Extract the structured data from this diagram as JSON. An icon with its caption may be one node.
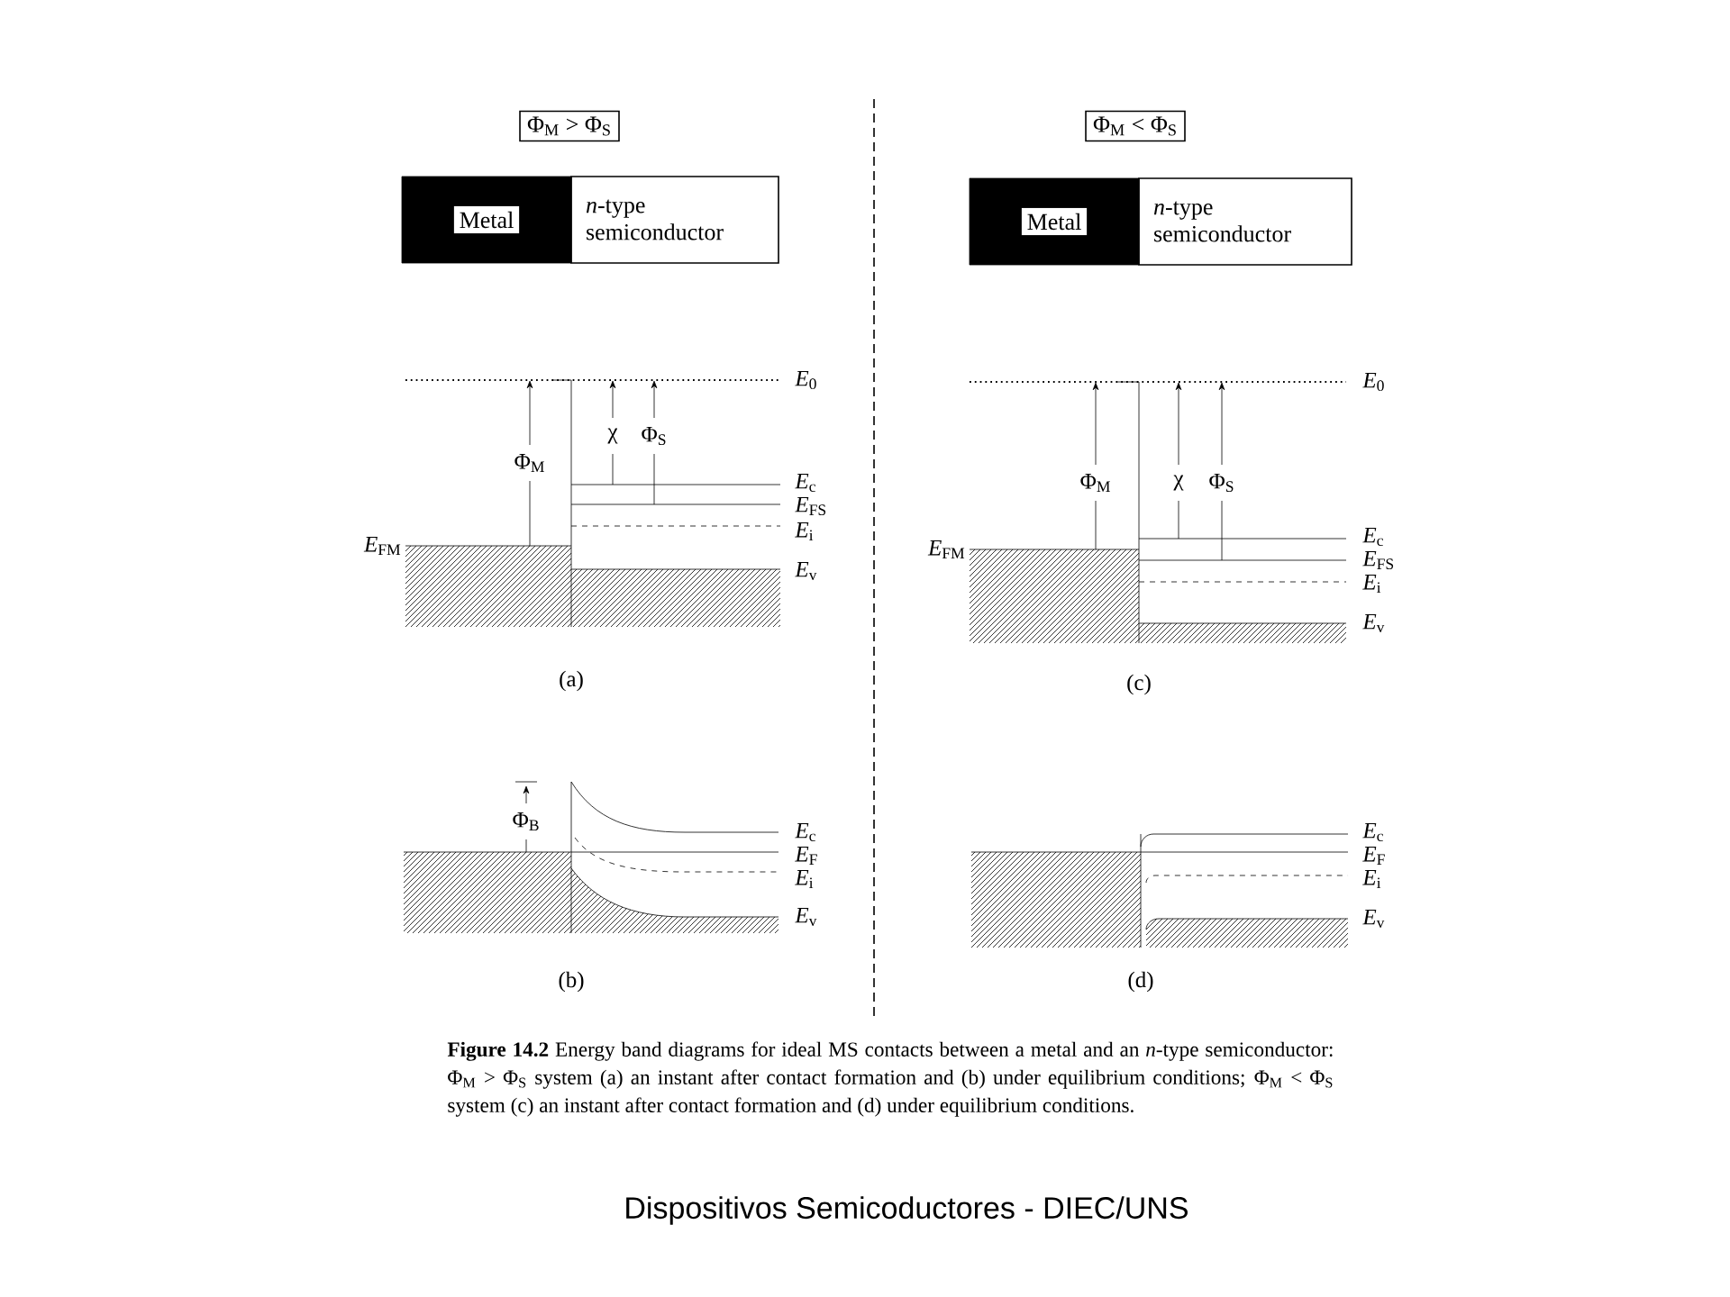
{
  "diagram": {
    "caption": "**Figure 14.2** Energy band diagrams for ideal MS contacts between a metal and an *n*-type semiconductor: Φ$_{M}$ > Φ$_{S}$ system (a) an instant after contact formation and (b) under equilibrium conditions; Φ$_{M}$ < Φ$_{S}$ system (c) an instant after contact formation and (d) under equilibrium conditions.",
    "nodes": [
      {
        "text": [
          "Φ$_{M}$ > Φ$_{S}$"
        ]
      },
      {
        "text": [
          "Metal"
        ]
      },
      {
        "text": [
          "*n*-type semiconductor"
        ]
      },
      {
        "text": [
          "Φ$_{M}$ < Φ$_{S}$"
        ]
      },
      {
        "text": [
          "Metal"
        ]
      },
      {
        "text": [
          "*n*-type semiconductor"
        ]
      }
    ],
    "labels": [
      "*E*$_{0}$",
      "Φ$_{M}$",
      "χ",
      "Φ$_{S}$",
      "*E*$_{c}$",
      "*E*$_{FS}$",
      "*E*$_{i}$",
      "*E*$_{FM}$",
      "*E*$_{v}$",
      "(a)",
      "*E*$_{0}$",
      "Φ$_{M}$",
      "χ",
      "Φ$_{S}$",
      "*E*$_{FM}$",
      "*E*$_{c}$",
      "*E*$_{FS}$",
      "*E*$_{i}$",
      "*E*$_{v}$",
      "(c)",
      "Φ$_{B}$",
      "*E*$_{c}$",
      "*E*$_{F}$",
      "*E*$_{i}$",
      "*E*$_{v}$",
      "(b)",
      "*E*$_{c}$",
      "*E*$_{F}$",
      "*E*$_{i}$",
      "*E*$_{v}$",
      "(d)",
      "Dispositivos Semicoductores - DIEC/UNS"
    ]
  }
}
